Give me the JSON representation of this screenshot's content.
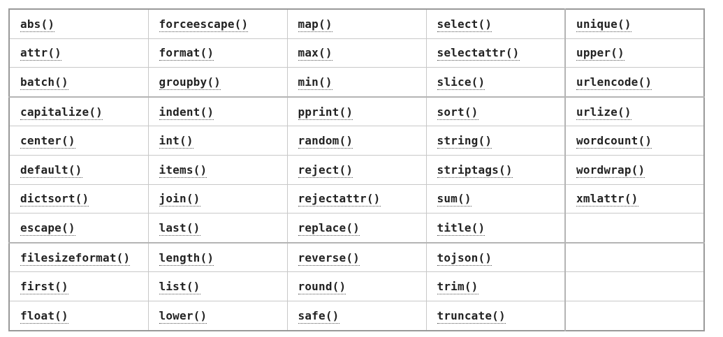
{
  "filters_table": {
    "rows": [
      [
        "abs()",
        "forceescape()",
        "map()",
        "select()",
        "unique()"
      ],
      [
        "attr()",
        "format()",
        "max()",
        "selectattr()",
        "upper()"
      ],
      [
        "batch()",
        "groupby()",
        "min()",
        "slice()",
        "urlencode()"
      ],
      [
        "capitalize()",
        "indent()",
        "pprint()",
        "sort()",
        "urlize()"
      ],
      [
        "center()",
        "int()",
        "random()",
        "string()",
        "wordcount()"
      ],
      [
        "default()",
        "items()",
        "reject()",
        "striptags()",
        "wordwrap()"
      ],
      [
        "dictsort()",
        "join()",
        "rejectattr()",
        "sum()",
        "xmlattr()"
      ],
      [
        "escape()",
        "last()",
        "replace()",
        "title()",
        ""
      ],
      [
        "filesizeformat()",
        "length()",
        "reverse()",
        "tojson()",
        ""
      ],
      [
        "first()",
        "list()",
        "round()",
        "trim()",
        ""
      ],
      [
        "float()",
        "lower()",
        "safe()",
        "truncate()",
        ""
      ]
    ]
  }
}
